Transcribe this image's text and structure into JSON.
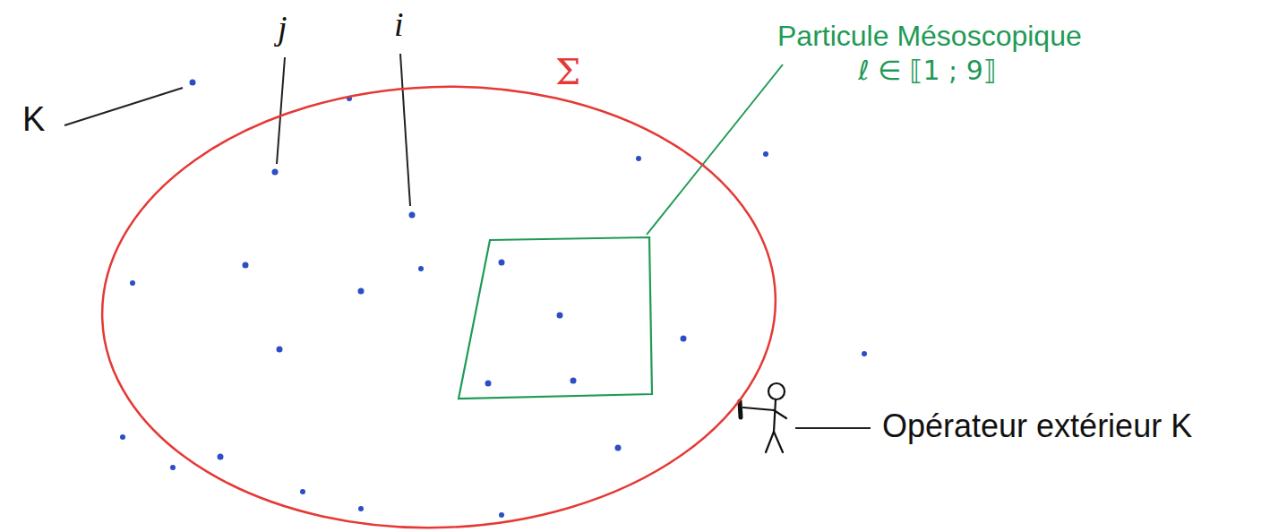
{
  "diagram": {
    "nodes": [
      {
        "text": [
          "Σ"
        ]
      }
    ],
    "labels": [
      "K",
      "j",
      "i",
      "Particule Mésoscopique",
      "ℓ ∈ ⟦1 ; 9⟧",
      "Opérateur extérieur K"
    ]
  }
}
